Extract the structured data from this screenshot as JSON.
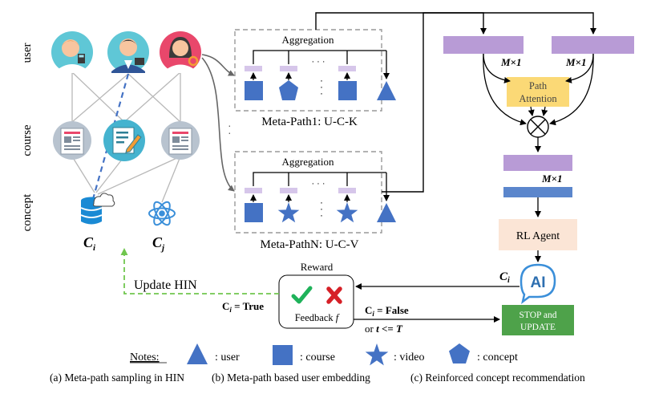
{
  "hin": {
    "row_labels": {
      "user": "user",
      "course": "course",
      "concept": "concept"
    },
    "concept_i": {
      "letter": "C",
      "sub": "i"
    },
    "concept_j": {
      "letter": "C",
      "sub": "j"
    }
  },
  "embedding": {
    "panel1": {
      "aggregation": "Aggregation",
      "dots": "· · ·",
      "title": "Meta-Path1: U-C-K"
    },
    "panel2": {
      "aggregation": "Aggregation",
      "dots": "· · ·",
      "title": "Meta-PathN: U-C-V"
    }
  },
  "rl": {
    "m1_left": "M×1",
    "m1_right": "M×1",
    "m1_bottom": "M×1",
    "path_attention_line1": "Path",
    "path_attention_line2": "Attention",
    "agent": "RL Agent",
    "ai_label": "AI",
    "ci_label": {
      "letter": "C",
      "sub": "i"
    },
    "reward_title": "Reward",
    "feedback_label": "Feedback",
    "feedback_f": "f",
    "update_hin": "Update HIN",
    "ci_true": {
      "letter": "C",
      "sub": "i",
      "rest": " = True"
    },
    "ci_false": {
      "letter": "C",
      "sub": "i",
      "rest": " = False"
    },
    "or_cond": {
      "prefix": "or ",
      "t": "t",
      "op": " <= ",
      "T": "T"
    },
    "stop_line1": "STOP and",
    "stop_line2": "UPDATE"
  },
  "notes": {
    "title": "Notes:",
    "user": ": user",
    "course": ": course",
    "video": ": video",
    "concept": ": concept"
  },
  "captions": {
    "a": "(a) Meta-path sampling in HIN",
    "b": "(b) Meta-path based user embedding",
    "c": "(c) Reinforced concept recommendation"
  },
  "colors": {
    "blue": "#4472c4",
    "node_blue": "#5b86cc",
    "purple": "#b89bd6",
    "light_purple": "#d6c6ea",
    "attention": "#fbd976",
    "agent": "#fbe5d6",
    "stop": "#4ea24a",
    "check": "#1fb25a",
    "cross": "#d62027",
    "dashed_green": "#70c64e",
    "teal": "#5fc7d6",
    "orange": "#f39c34",
    "pink": "#e9476b"
  }
}
